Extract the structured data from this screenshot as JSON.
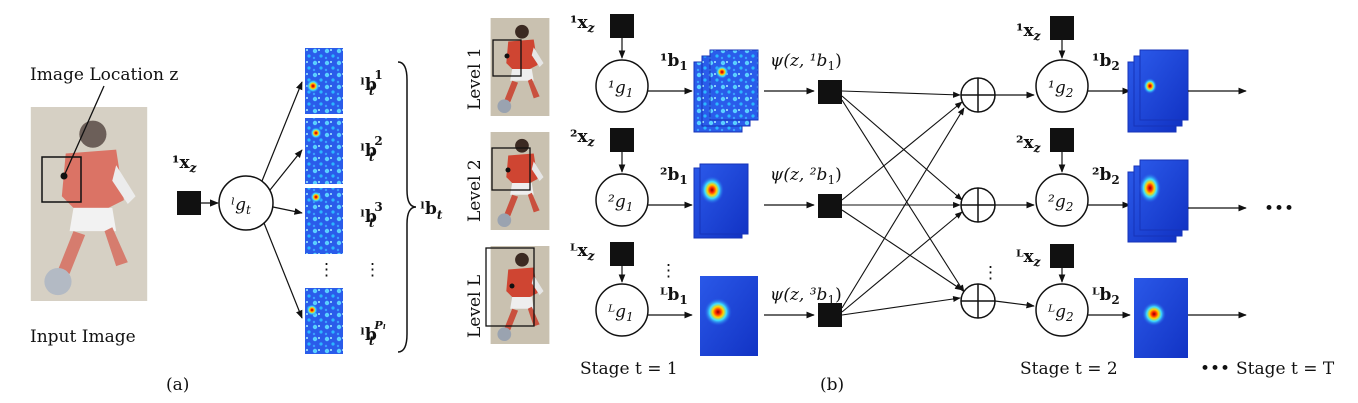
{
  "panel_a": {
    "caption": "(a)",
    "image_location_label": "Image Location z",
    "input_image_label": "Input Image",
    "feature_label": "¹x",
    "feature_sub": "z",
    "node_label": "ˡg",
    "node_sub": "t",
    "belief_labels": [
      "ˡb",
      "ˡb",
      "ˡb",
      "ˡb"
    ],
    "belief_subs": [
      "t",
      "t",
      "t",
      "t"
    ],
    "belief_sups": [
      "1",
      "2",
      "3",
      "Pₗ"
    ],
    "belief_group_label": "ˡb",
    "belief_group_sub": "t",
    "vdots": "⋮"
  },
  "panel_b": {
    "caption": "(b)",
    "levels": [
      "Level 1",
      "Level 2",
      "Level L"
    ],
    "stage1_label": "Stage t = 1",
    "stage2_label": "Stage t = 2",
    "stageT_label": "Stage t = T",
    "ellipsis": "•••",
    "vdots": "⋮",
    "rows": [
      {
        "feat1": "¹x",
        "feat1_sub": "z",
        "node1": "¹g",
        "node1_sub": "1",
        "belief1": "¹b",
        "belief1_sub": "1",
        "psi": "ψ(z, ¹b",
        "psi_sub": "1",
        "psi_end": ")",
        "feat2": "¹x",
        "feat2_sub": "z",
        "node2": "¹g",
        "node2_sub": "2",
        "belief2": "¹b",
        "belief2_sub": "2"
      },
      {
        "feat1": "²x",
        "feat1_sub": "z",
        "node1": "²g",
        "node1_sub": "1",
        "belief1": "²b",
        "belief1_sub": "1",
        "psi": "ψ(z, ²b",
        "psi_sub": "1",
        "psi_end": ")",
        "feat2": "²x",
        "feat2_sub": "z",
        "node2": "²g",
        "node2_sub": "2",
        "belief2": "²b",
        "belief2_sub": "2"
      },
      {
        "feat1": "ᴸx",
        "feat1_sub": "z",
        "node1": "ᴸg",
        "node1_sub": "1",
        "belief1": "ᴸb",
        "belief1_sub": "1",
        "psi": "ψ(z, ³b",
        "psi_sub": "1",
        "psi_end": ")",
        "feat2": "ᴸx",
        "feat2_sub": "z",
        "node2": "ᴸg",
        "node2_sub": "2",
        "belief2": "ᴸb",
        "belief2_sub": "2"
      }
    ]
  },
  "colors": {
    "heatmap_bg": "#1f3fd6",
    "heatmap_mid": "#36a6ff",
    "heatmap_hot": "#e81b0c",
    "photo_bg": "#c6beac",
    "player_shirt": "#c9402e"
  }
}
